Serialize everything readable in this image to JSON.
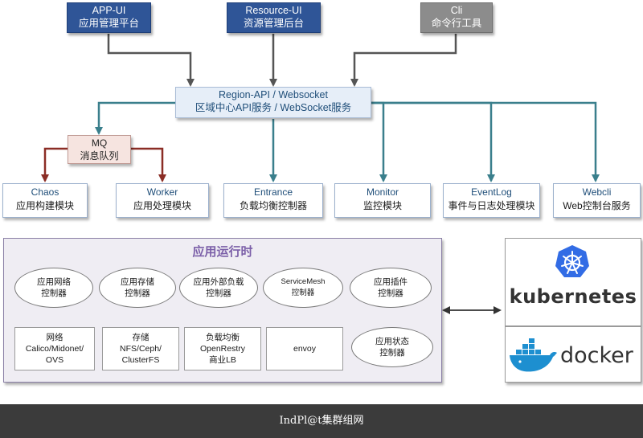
{
  "top": [
    {
      "title": "APP-UI",
      "subtitle": "应用管理平台"
    },
    {
      "title": "Resource-UI",
      "subtitle": "资源管理后台"
    },
    {
      "title": "Cli",
      "subtitle": "命令行工具"
    }
  ],
  "region": {
    "title": "Region-API / Websocket",
    "subtitle": "区域中心API服务 / WebSocket服务"
  },
  "mq": {
    "title": "MQ",
    "subtitle": "消息队列"
  },
  "modules": [
    {
      "title": "Chaos",
      "subtitle": "应用构建模块"
    },
    {
      "title": "Worker",
      "subtitle": "应用处理模块"
    },
    {
      "title": "Entrance",
      "subtitle": "负载均衡控制器"
    },
    {
      "title": "Monitor",
      "subtitle": "监控模块"
    },
    {
      "title": "EventLog",
      "subtitle": "事件与日志处理模块"
    },
    {
      "title": "Webcli",
      "subtitle": "Web控制台服务"
    }
  ],
  "runtime": {
    "title": "应用运行时",
    "ovals": [
      {
        "l1": "应用网络",
        "l2": "控制器"
      },
      {
        "l1": "应用存储",
        "l2": "控制器"
      },
      {
        "l1": "应用外部负载",
        "l2": "控制器"
      },
      {
        "l1": "ServiceMesh",
        "l2": "控制器"
      },
      {
        "l1": "应用插件",
        "l2": "控制器"
      }
    ],
    "rects": [
      {
        "l1": "网络",
        "l2": "Calico/Midonet/",
        "l3": "OVS"
      },
      {
        "l1": "存储",
        "l2": "NFS/Ceph/",
        "l3": "ClusterFS"
      },
      {
        "l1": "负载均衡",
        "l2": "OpenRestry",
        "l3": "商业LB"
      },
      {
        "l1": "envoy"
      }
    ],
    "state": {
      "l1": "应用状态",
      "l2": "控制器"
    }
  },
  "platform": {
    "kubernetes": "kubernetes",
    "docker": "docker"
  },
  "footer": "IndPl@t集群组网",
  "colors": {
    "top_blue": "#2f5597",
    "cli_gray": "#8c8c8c",
    "teal_line": "#3a7f8c",
    "mq_line": "#8b2d25",
    "gray_line": "#555555",
    "k8s_blue": "#326ce5",
    "docker_blue": "#1d8fd0",
    "runtime_title": "#7b5fa8"
  }
}
